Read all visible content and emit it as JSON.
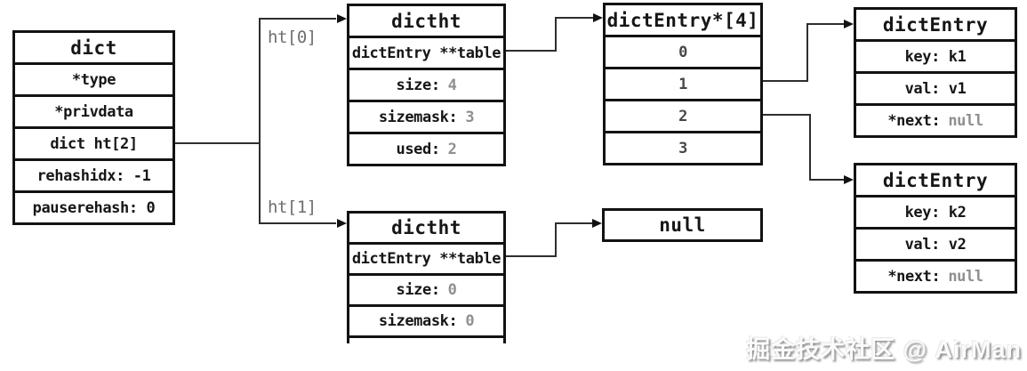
{
  "watermark": "掘金技术社区 @ AirMan",
  "colors": {
    "ink": "#121212",
    "muted_value": "#8f8f8f",
    "line": "#2e2e2e",
    "index": "#474747",
    "pointer_label": "#6e6e6e"
  },
  "pointer_labels": {
    "ht0": "ht[0]",
    "ht1": "ht[1]"
  },
  "dict": {
    "title": "dict",
    "rows": [
      "*type",
      "*privdata",
      "dict ht[2]",
      "rehashidx: -1",
      "pauserehash: 0"
    ]
  },
  "ht0_table": {
    "title": "dictht",
    "rows": [
      {
        "label": "dictEntry **table",
        "value": ""
      },
      {
        "label": "size:",
        "value": "4"
      },
      {
        "label": "sizemask:",
        "value": "3"
      },
      {
        "label": "used:",
        "value": "2"
      }
    ]
  },
  "ht1_table": {
    "title": "dictht",
    "rows": [
      {
        "label": "dictEntry **table",
        "value": ""
      },
      {
        "label": "size:",
        "value": "0"
      },
      {
        "label": "sizemask:",
        "value": "0"
      }
    ]
  },
  "bucket_array": {
    "title": "dictEntry*[4]",
    "cells": [
      "0",
      "1",
      "2",
      "3"
    ]
  },
  "entry_k1": {
    "title": "dictEntry",
    "rows": [
      {
        "label": "key: k1",
        "value": ""
      },
      {
        "label": "val: v1",
        "value": ""
      },
      {
        "label": "*next:",
        "value": "null"
      }
    ]
  },
  "entry_k2": {
    "title": "dictEntry",
    "rows": [
      {
        "label": "key: k2",
        "value": ""
      },
      {
        "label": "val: v2",
        "value": ""
      },
      {
        "label": "*next:",
        "value": "null"
      }
    ]
  },
  "null_box": {
    "title": "null"
  }
}
